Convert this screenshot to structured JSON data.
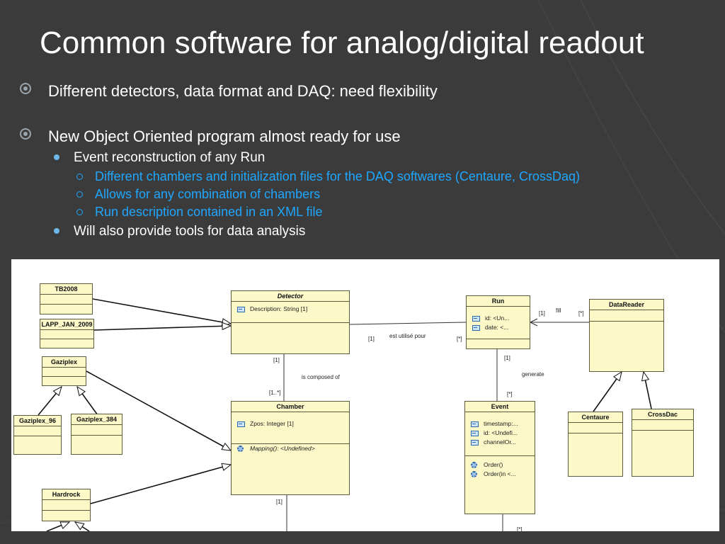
{
  "slide": {
    "title": "Common software for analog/digital readout",
    "colors": {
      "background": "#3b3b3b",
      "title": "#ffffff",
      "bullet_text": "#ffffff",
      "sub_sub_text": "#1ea7ff",
      "class_fill": "#fcf8c8"
    }
  },
  "bullets": {
    "b1": "Different detectors, data format and DAQ: need flexibility",
    "b2": "New Object Oriented program almost ready for use",
    "b2_1": "Event reconstruction of any Run",
    "b2_1_1": "Different chambers and initialization files for the DAQ softwares (Centaure, CrossDaq)",
    "b2_1_2": "Allows for any combination of chambers",
    "b2_1_3": "Run description contained in an XML file",
    "b2_2": "Will also provide tools for data analysis"
  },
  "diagram": {
    "classes": {
      "tb2008": {
        "name": "TB2008"
      },
      "lapp": {
        "name": "LAPP_JAN_2009"
      },
      "gaziplex": {
        "name": "Gaziplex"
      },
      "gaziplex96": {
        "name": "Gaziplex_96"
      },
      "gaziplex384": {
        "name": "Gaziplex_384"
      },
      "hardrock": {
        "name": "Hardrock"
      },
      "detector": {
        "name": "Detector",
        "attributes": [
          "Description: String [1]"
        ]
      },
      "chamber": {
        "name": "Chamber",
        "attributes": [
          "Zpos: Integer [1]"
        ],
        "operations": [
          "Mapping(): <Undefined>"
        ]
      },
      "run": {
        "name": "Run",
        "attributes": [
          "id: <Un...",
          "date: <..."
        ]
      },
      "event": {
        "name": "Event",
        "attributes": [
          "timestamp:...",
          "id: <Undefi...",
          "channelOr..."
        ],
        "operations": [
          "Order()",
          "Order(in <..."
        ]
      },
      "datareader": {
        "name": "DataReader"
      },
      "centaure": {
        "name": "Centaure"
      },
      "crossdac": {
        "name": "CrossDac"
      }
    },
    "labels": {
      "det_run_mult_det": "[1]",
      "det_run_assoc": "est utilisé pour",
      "det_run_mult_run": "[*]",
      "run_dr_mult_run": "[1]",
      "run_dr_assoc": "fill",
      "run_dr_mult_dr": "[*]",
      "det_ch_mult_det": "[1]",
      "det_ch_assoc": "is composed of",
      "det_ch_mult_ch": "[1..*]",
      "run_ev_mult_run": "[1]",
      "run_ev_assoc": "generate",
      "run_ev_mult_ev": "[*]",
      "ch_bottom_mult": "[1]",
      "ev_bottom_mult": "[*]"
    }
  }
}
